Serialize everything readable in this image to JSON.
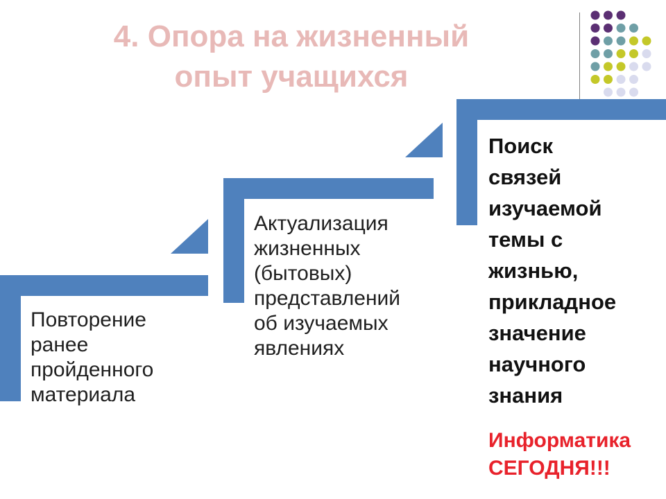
{
  "title": {
    "line1": "4. Опора на жизненный",
    "line2": "опыт учащихся"
  },
  "colors": {
    "title": "#e8b9b7",
    "bracket": "#4f81bd",
    "accent_red": "#e8222b",
    "dot_purple": "#5b2f73",
    "dot_teal": "#6f9fa6",
    "dot_yellow": "#c4c829",
    "dot_lavender": "#d9dbee"
  },
  "steps": [
    {
      "lines": [
        "Повторение",
        "ранее",
        "пройденного",
        "материала"
      ]
    },
    {
      "lines": [
        "Актуализация",
        "жизненных",
        "(бытовых)",
        "представлений",
        "об изучаемых",
        "явлениях"
      ]
    },
    {
      "lines": [
        "Поиск",
        "связей",
        "изучаемой",
        "темы с",
        "жизнью,",
        "прикладное",
        "значение",
        "научного",
        "знания"
      ]
    }
  ],
  "highlight": {
    "line1": "Информатика",
    "line2": "СЕГОДНЯ!!!"
  }
}
